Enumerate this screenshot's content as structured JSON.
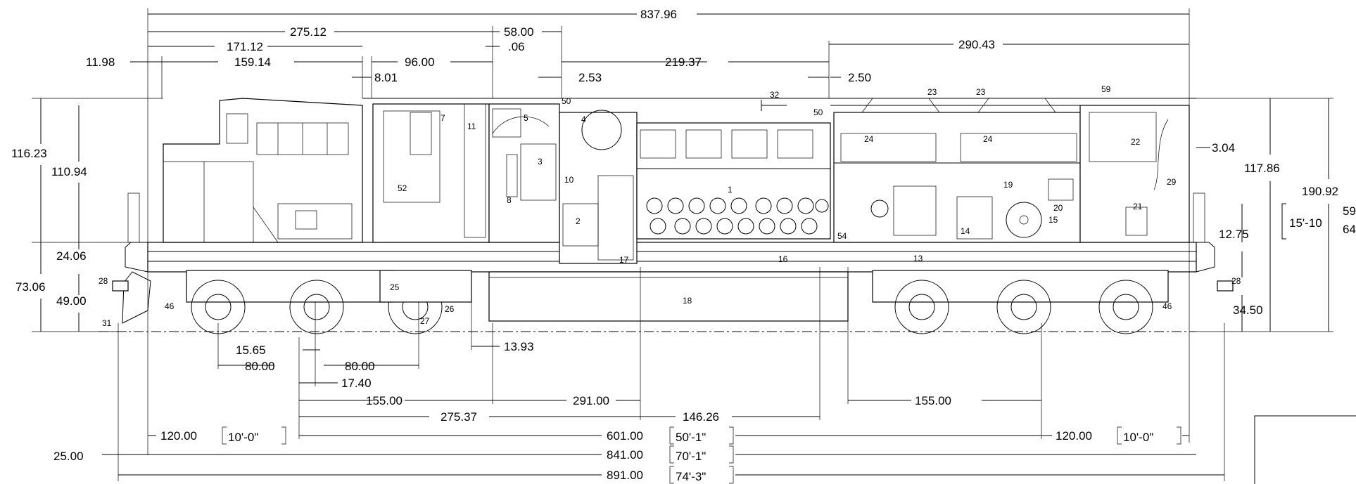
{
  "dimensions": {
    "d837_96": "837.96",
    "d275_12": "275.12",
    "d58_00": "58.00",
    "d0_06": ".06",
    "d290_43": "290.43",
    "d11_98": "11.98",
    "d171_12": "171.12",
    "d159_14": "159.14",
    "d96_00": "96.00",
    "d8_01": "8.01",
    "d219_37": "219.37",
    "d2_53": "2.53",
    "d2_50": "2.50",
    "d116_23": "116.23",
    "d110_94": "110.94",
    "d24_06": "24.06",
    "d73_06": "73.06",
    "d49_00": "49.00",
    "d3_04": "3.04",
    "d117_86": "117.86",
    "d190_92": "190.92",
    "d15_10": "15'-10",
    "frac_num": "59",
    "frac_den": "64",
    "d12_75": "12.75",
    "d34_50": "34.50",
    "d15_65": "15.65",
    "d80_00a": "80.00",
    "d80_00b": "80.00",
    "d17_40": "17.40",
    "d13_93": "13.93",
    "d155_00a": "155.00",
    "d291_00": "291.00",
    "d155_00b": "155.00",
    "d275_37": "275.37",
    "d146_26": "146.26",
    "d120_00a": "120.00",
    "ft10a": "10'-0\"",
    "d601_00": "601.00",
    "ft50": "50'-1\"",
    "d120_00b": "120.00",
    "ft10b": "10'-0\"",
    "d25_00": "25.00",
    "d841_00": "841.00",
    "ft70": "70'-1\"",
    "d891_00": "891.00",
    "ft74": "74'-3\""
  },
  "callouts": {
    "c1": "1",
    "c2": "2",
    "c3": "3",
    "c4": "4",
    "c5": "5",
    "c7": "7",
    "c8": "8",
    "c10": "10",
    "c11": "11",
    "c13": "13",
    "c14": "14",
    "c15": "15",
    "c16": "16",
    "c17": "17",
    "c18": "18",
    "c19": "19",
    "c20": "20",
    "c21": "21",
    "c22": "22",
    "c23a": "23",
    "c23b": "23",
    "c24a": "24",
    "c24b": "24",
    "c25": "25",
    "c26": "26",
    "c27": "27",
    "c28a": "28",
    "c28b": "28",
    "c29": "29",
    "c31": "31",
    "c32": "32",
    "c46a": "46",
    "c46b": "46",
    "c50a": "50",
    "c50b": "50",
    "c52": "52",
    "c54": "54",
    "c59": "59"
  }
}
